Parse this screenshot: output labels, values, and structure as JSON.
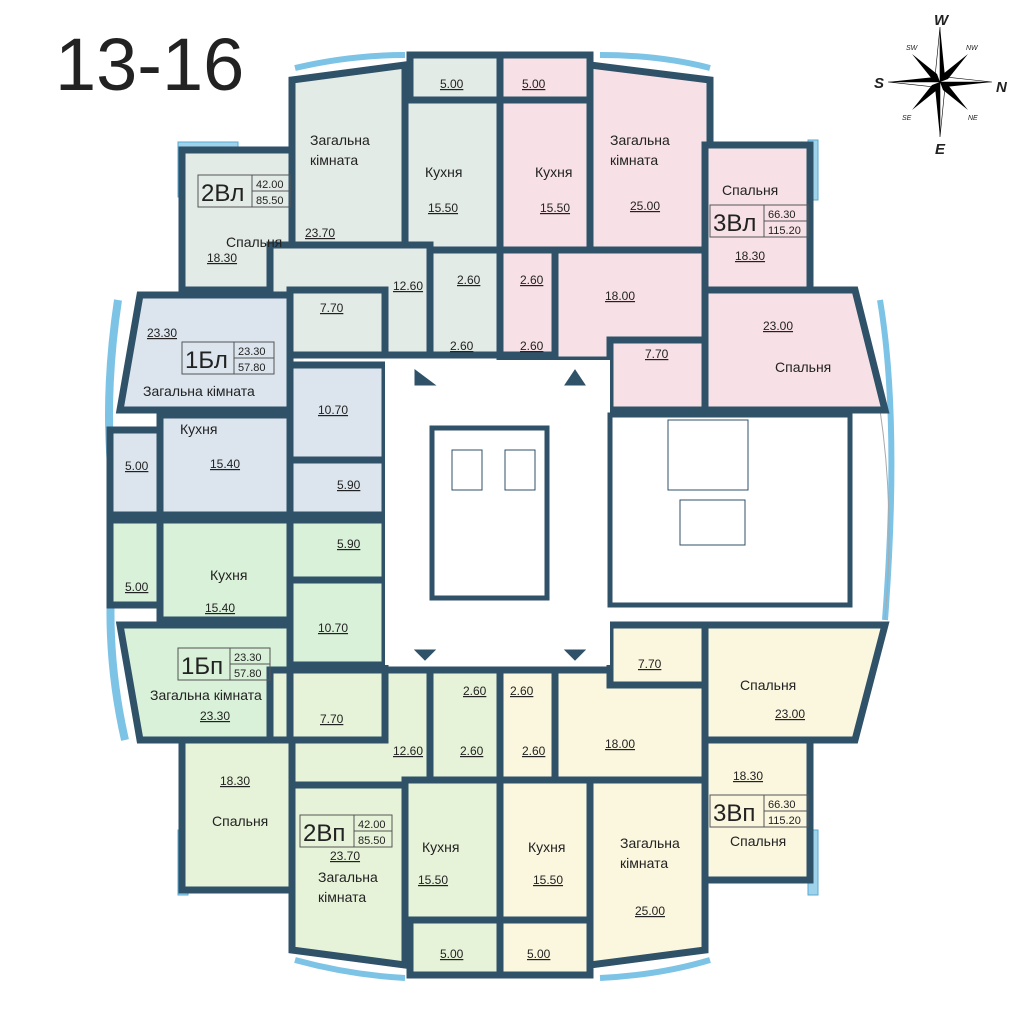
{
  "title": "13-16",
  "compass": {
    "n": "N",
    "s": "S",
    "e": "E",
    "w": "W",
    "ne": "NE",
    "nw": "NW",
    "se": "SE",
    "sw": "SW"
  },
  "colors": {
    "wall": "#2f5269",
    "a2vl": "#e3ebe6",
    "a3vl": "#f7e1e6",
    "a1bl": "#dce5ee",
    "a1bp": "#d9f0d9",
    "a2vp": "#e6f3d8",
    "a3vp": "#fbf7df"
  },
  "apartments": {
    "a2vl": {
      "code": "2Вл",
      "living": "42.00",
      "total": "85.50",
      "zag1": "Загальна",
      "zag2": "кімната",
      "zag_area": "23.70",
      "kitchen": "Кухня",
      "kitchen_area": "15.50",
      "bed": "Спальня",
      "bed_area": "18.30",
      "balcony": "5.00",
      "hall": "12.60",
      "bath": "7.70",
      "wc1": "2.60",
      "wc2": "2.60"
    },
    "a3vl": {
      "code": "3Вл",
      "living": "66.30",
      "total": "115.20",
      "zag1": "Загальна",
      "zag2": "кімната",
      "zag_area": "25.00",
      "kitchen": "Кухня",
      "kitchen_area": "15.50",
      "bed": "Спальня",
      "bed_area": "18.30",
      "bed2": "Спальня",
      "bed2_area": "23.00",
      "balcony": "5.00",
      "hall": "18.00",
      "bath": "7.70",
      "wc1": "2.60",
      "wc2": "2.60"
    },
    "a1bl": {
      "code": "1Бл",
      "living": "23.30",
      "total": "57.80",
      "zag": "Загальна кімната",
      "zag_area": "23.30",
      "kitchen": "Кухня",
      "kitchen_area": "15.40",
      "balcony": "5.00",
      "hall": "10.70",
      "bath": "5.90"
    },
    "a1bp": {
      "code": "1Бп",
      "living": "23.30",
      "total": "57.80",
      "zag": "Загальна кімната",
      "zag_area": "23.30",
      "kitchen": "Кухня",
      "kitchen_area": "15.40",
      "balcony": "5.00",
      "hall": "10.70",
      "bath": "5.90"
    },
    "a2vp": {
      "code": "2Вп",
      "living": "42.00",
      "total": "85.50",
      "zag1": "Загальна",
      "zag2": "кімната",
      "zag_area": "23.70",
      "kitchen": "Кухня",
      "kitchen_area": "15.50",
      "bed": "Спальня",
      "bed_area": "18.30",
      "balcony": "5.00",
      "hall": "12.60",
      "bath": "7.70",
      "wc1": "2.60",
      "wc2": "2.60"
    },
    "a3vp": {
      "code": "3Вп",
      "living": "66.30",
      "total": "115.20",
      "zag1": "Загальна",
      "zag2": "кімната",
      "zag_area": "25.00",
      "kitchen": "Кухня",
      "kitchen_area": "15.50",
      "bed": "Спальня",
      "bed_area": "18.30",
      "bed2": "Спальня",
      "bed2_area": "23.00",
      "balcony": "5.00",
      "hall": "18.00",
      "bath": "7.70",
      "wc1": "2.60",
      "wc2": "2.60"
    }
  }
}
